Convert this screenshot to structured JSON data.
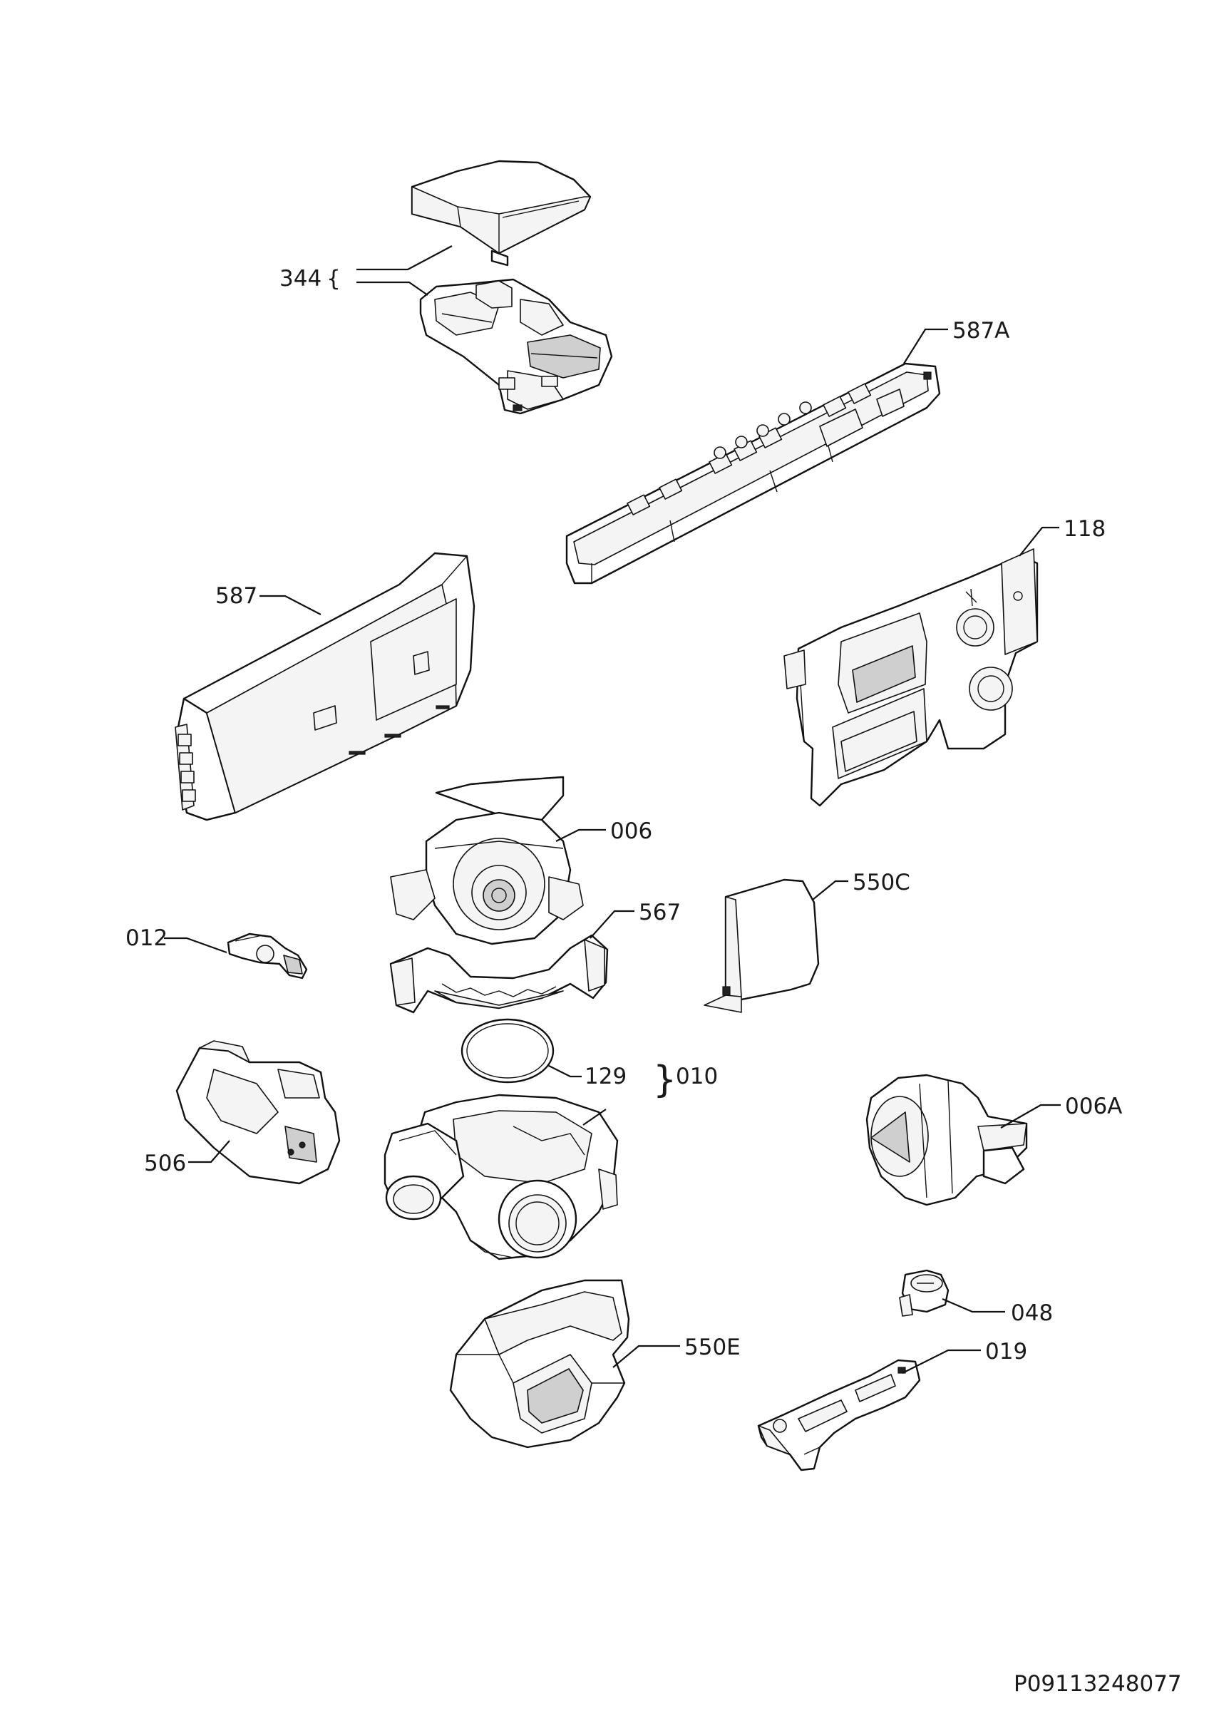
{
  "document_id": "P09113248077",
  "callouts": {
    "c344": "344",
    "c587A": "587A",
    "c118": "118",
    "c587": "587",
    "c006": "006",
    "c012": "012",
    "c567": "567",
    "c550C": "550C",
    "c129": "129",
    "c010": "010",
    "c006A": "006A",
    "c506": "506",
    "c048": "048",
    "c550E": "550E",
    "c019": "019"
  },
  "brackets": {
    "curly_left": "{",
    "curly_right": "}"
  }
}
